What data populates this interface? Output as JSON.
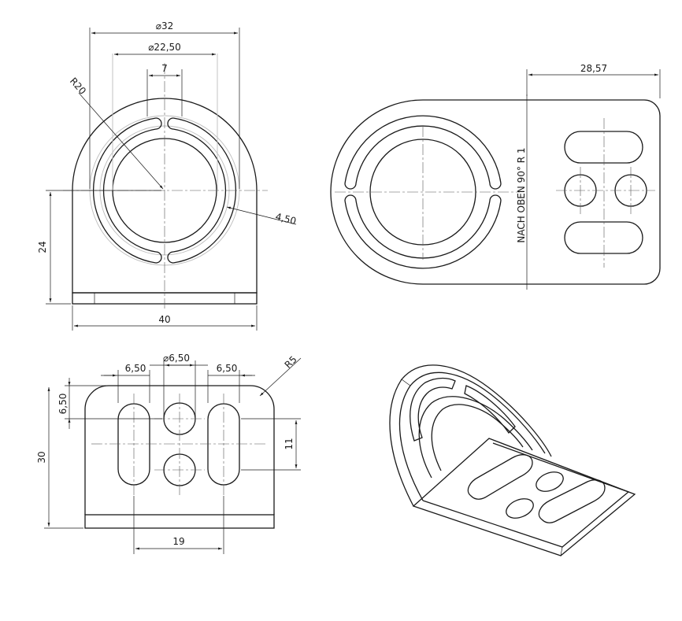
{
  "colors": {
    "line": "#1a1a1a",
    "hidden": "#bdbdbd",
    "paper": "#ffffff"
  },
  "front": {
    "dia_outer": "⌀32",
    "dia_inner": "⌀22,50",
    "slot_gap": "7",
    "radius": "R20",
    "slot_width": "4,50",
    "height": "24",
    "width": "40"
  },
  "side": {
    "dim_width": "28,57",
    "note": "NACH OBEN 90° R 1"
  },
  "bottom": {
    "edge_left": "6,50",
    "hole_dia": "⌀6,50",
    "edge_right": "6,50",
    "corner_radius": "R5",
    "top_offset": "6,50",
    "height": "30",
    "slot_len": "11",
    "slot_spacing": "19"
  }
}
